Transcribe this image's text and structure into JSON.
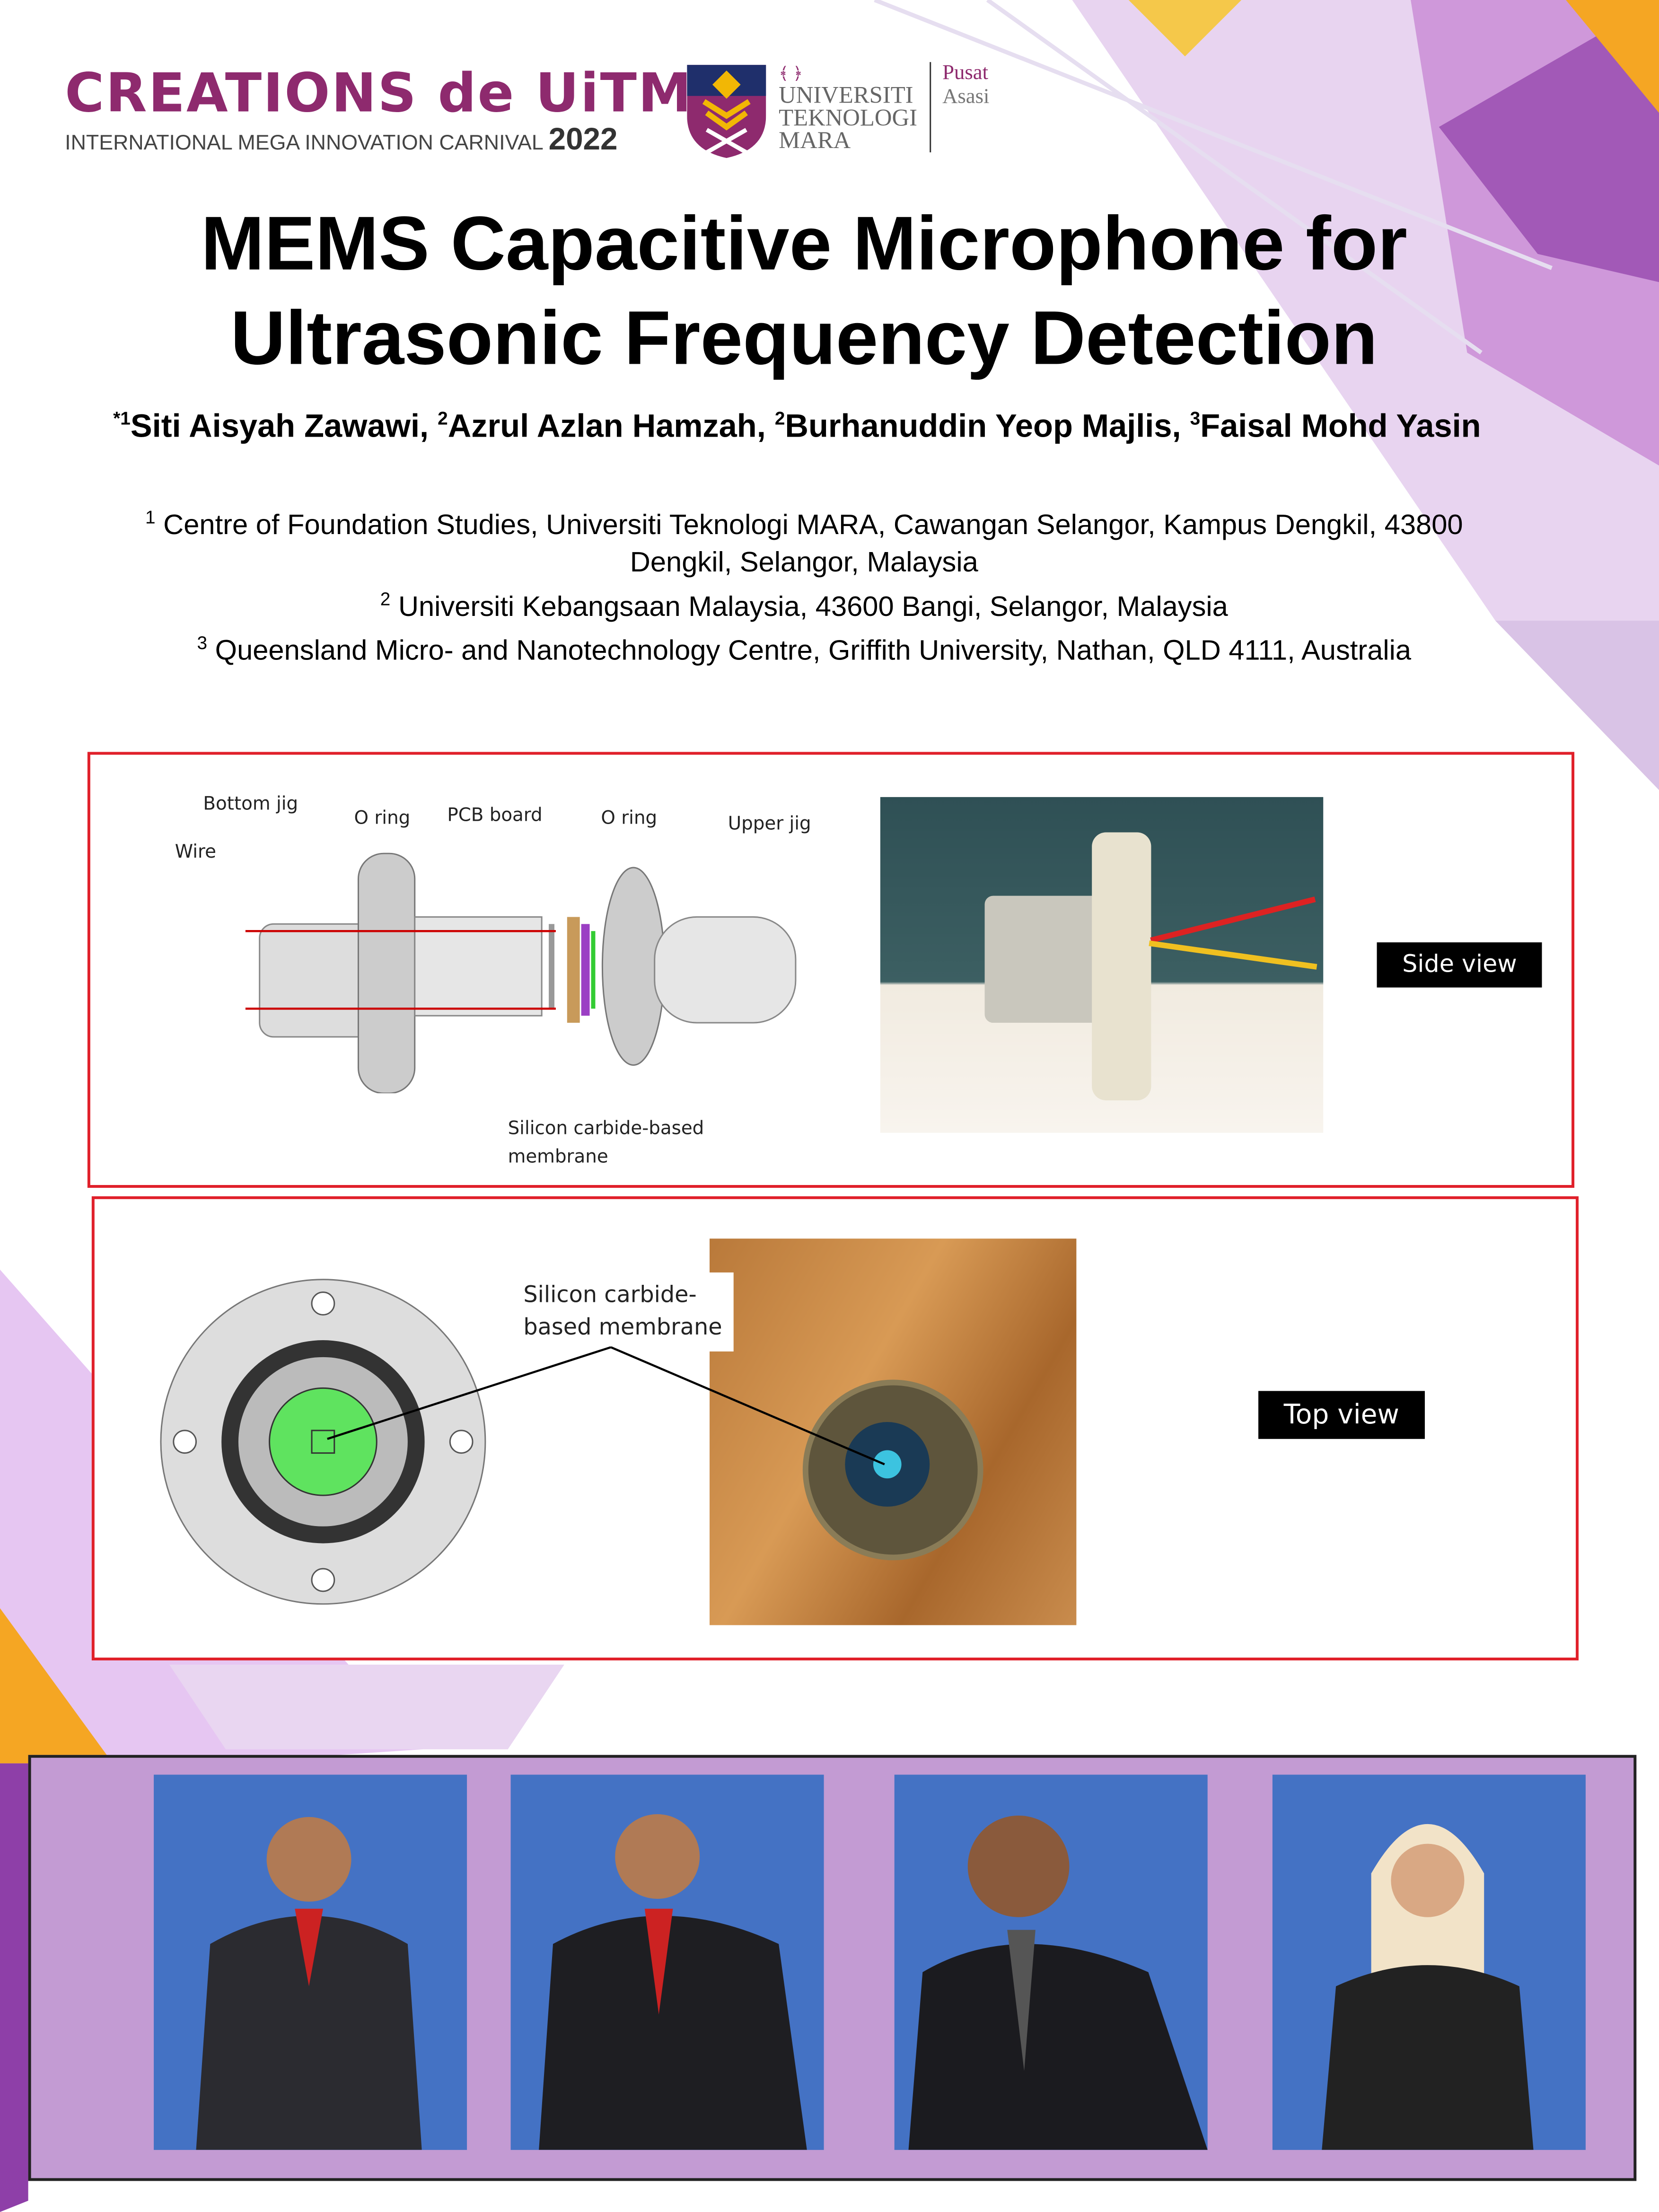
{
  "header": {
    "event_logo": {
      "name": "CREATIONS de UiTM",
      "tagline": "INTERNATIONAL MEGA INNOVATION CARNIVAL",
      "year": "2022"
    },
    "university_logo": {
      "line1": "UNIVERSITI",
      "line2": "TEKNOLOGI",
      "line3": "MARA",
      "unit1": "Pusat",
      "unit2": "Asasi"
    },
    "colors": {
      "brand_purple": "#8e2a6e",
      "gold": "#f2b705",
      "navy": "#1f2f6b"
    }
  },
  "title": {
    "line1": "MEMS Capacitive Microphone for",
    "line2": "Ultrasonic Frequency Detection"
  },
  "authors": [
    {
      "mark": "*1",
      "name": "Siti Aisyah Zawawi"
    },
    {
      "mark": "2",
      "name": "Azrul Azlan Hamzah"
    },
    {
      "mark": "2",
      "name": "Burhanuddin Yeop Majlis"
    },
    {
      "mark": "3",
      "name": "Faisal Mohd Yasin"
    }
  ],
  "affiliations": [
    {
      "mark": "1",
      "text": "Centre of Foundation Studies, Universiti Teknologi MARA, Cawangan Selangor, Kampus Dengkil, 43800 Dengkil, Selangor, Malaysia"
    },
    {
      "mark": "2",
      "text": "Universiti Kebangsaan Malaysia, 43600 Bangi, Selangor, Malaysia"
    },
    {
      "mark": "3",
      "text": "Queensland Micro- and Nanotechnology Centre, Griffith University, Nathan, QLD 4111, Australia"
    }
  ],
  "side_panel": {
    "labels": {
      "bottom_jig": "Bottom jig",
      "wire": "Wire",
      "o_ring_1": "O ring",
      "pcb": "PCB board",
      "o_ring_2": "O ring",
      "upper_jig": "Upper jig",
      "membrane_1": "Silicon carbide-based",
      "membrane_2": "membrane"
    },
    "view_label": "Side view"
  },
  "top_panel": {
    "membrane_1": "Silicon carbide-",
    "membrane_2": "based membrane",
    "view_label": "Top view"
  },
  "team": {
    "photos": 4,
    "background": "#c39bd3",
    "photo_bg": "#4472c4"
  }
}
